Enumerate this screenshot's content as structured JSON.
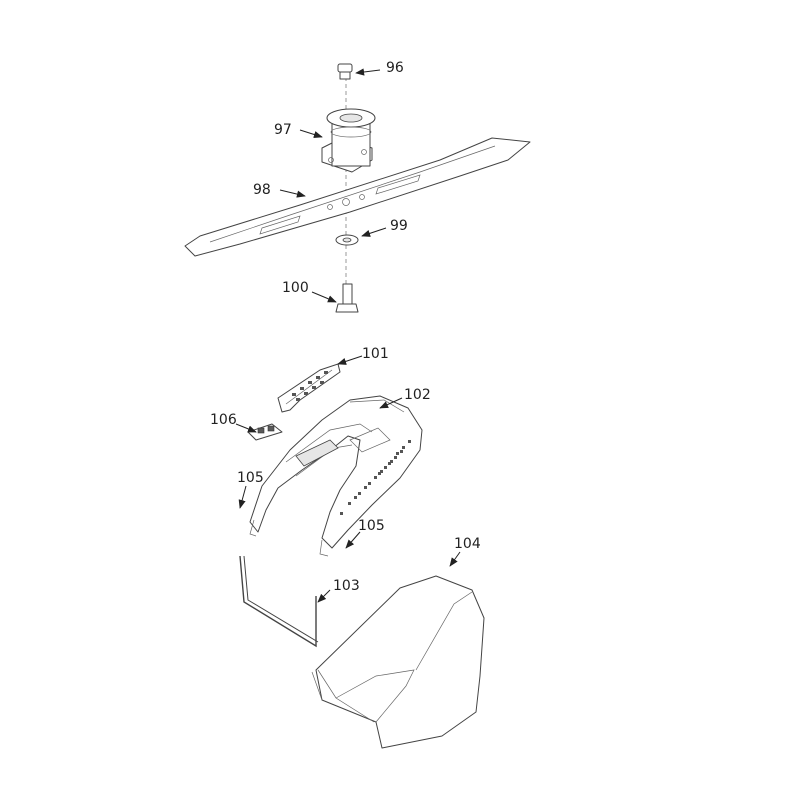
{
  "callouts": [
    {
      "id": "96",
      "text": "96"
    },
    {
      "id": "97",
      "text": "97"
    },
    {
      "id": "98",
      "text": "98"
    },
    {
      "id": "99",
      "text": "99"
    },
    {
      "id": "100",
      "text": "100"
    },
    {
      "id": "101",
      "text": "101"
    },
    {
      "id": "102",
      "text": "102"
    },
    {
      "id": "106",
      "text": "106"
    },
    {
      "id": "105a",
      "text": "105"
    },
    {
      "id": "105b",
      "text": "105"
    },
    {
      "id": "104",
      "text": "104"
    },
    {
      "id": "103",
      "text": "103"
    }
  ],
  "colors": {
    "line": "#444444",
    "arrow": "#222222",
    "background": "#ffffff"
  }
}
